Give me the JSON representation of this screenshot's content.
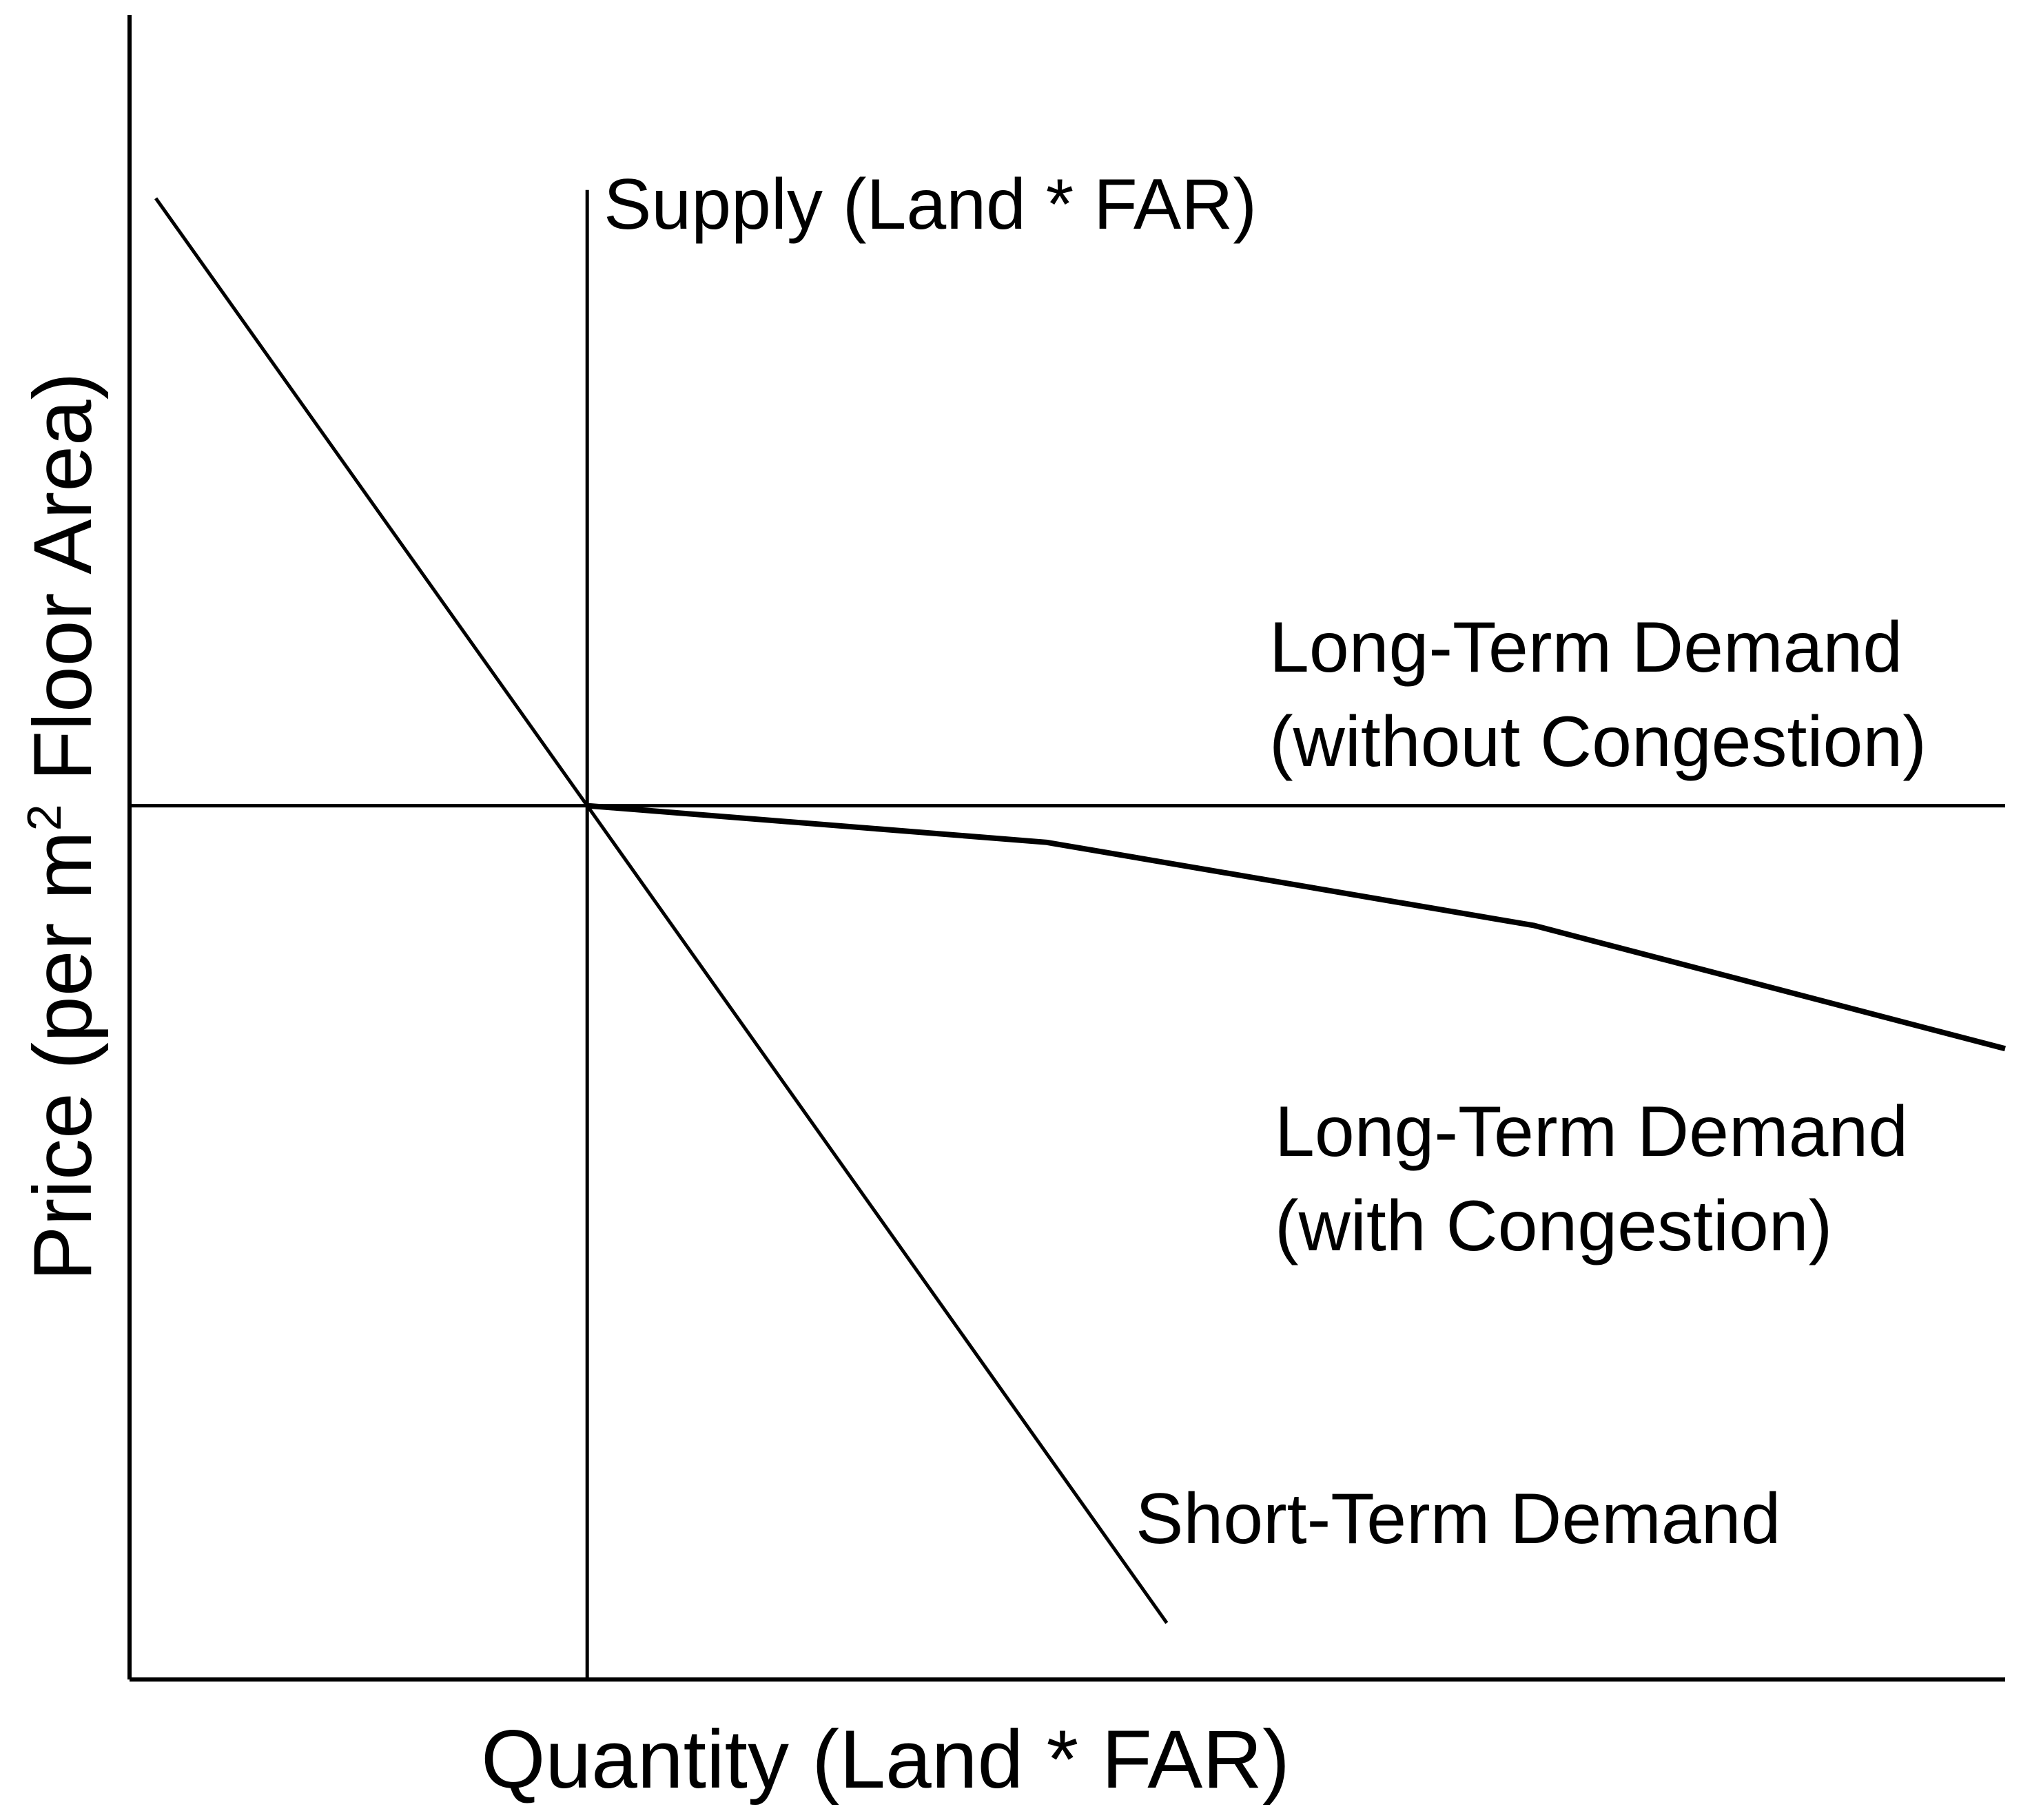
{
  "chart_data": {
    "type": "line",
    "xlabel": "Quantity (Land * FAR)",
    "ylabel": "Price (per m² Floor Area)",
    "ylabel_parts": {
      "before": "Price (per m",
      "sup": "2",
      "after": " Floor Area)"
    },
    "xlim": [
      0,
      100
    ],
    "ylim": [
      0,
      100
    ],
    "axis_ticks": "none",
    "grid": false,
    "equilibrium": {
      "x": 24.4,
      "y": 52.5
    },
    "series": [
      {
        "name": "Supply (Land * FAR)",
        "label_lines": [
          "Supply (Land * FAR)"
        ],
        "points": [
          [
            24.4,
            0
          ],
          [
            24.4,
            89.5
          ]
        ]
      },
      {
        "name": "Long-Term Demand (without Congestion)",
        "label_lines": [
          "Long-Term Demand",
          "(without Congestion)"
        ],
        "points": [
          [
            0,
            52.5
          ],
          [
            100,
            52.5
          ]
        ]
      },
      {
        "name": "Long-Term Demand (with Congestion)",
        "label_lines": [
          "Long-Term Demand",
          "(with Congestion)"
        ],
        "points": [
          [
            24.4,
            52.5
          ],
          [
            48.9,
            50.3
          ],
          [
            74.9,
            45.3
          ],
          [
            100,
            37.9
          ]
        ]
      },
      {
        "name": "Short-Term Demand",
        "label_lines": [
          "Short-Term Demand"
        ],
        "points": [
          [
            1.4,
            89.0
          ],
          [
            24.4,
            52.5
          ],
          [
            55.3,
            3.4
          ]
        ]
      }
    ]
  }
}
